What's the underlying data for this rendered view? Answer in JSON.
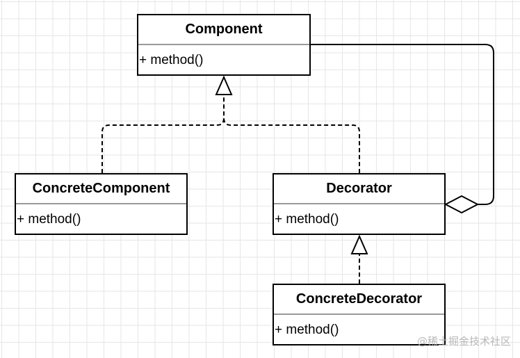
{
  "diagram": {
    "classes": {
      "component": {
        "name": "Component",
        "method": "+ method()"
      },
      "concrete_component": {
        "name": "ConcreteComponent",
        "method": "+ method()"
      },
      "decorator": {
        "name": "Decorator",
        "method": "+ method()"
      },
      "concrete_decorator": {
        "name": "ConcreteDecorator",
        "method": "+ method()"
      }
    },
    "relationships": [
      {
        "from": "ConcreteComponent",
        "to": "Component",
        "kind": "realization"
      },
      {
        "from": "Decorator",
        "to": "Component",
        "kind": "realization"
      },
      {
        "from": "ConcreteDecorator",
        "to": "Decorator",
        "kind": "realization"
      },
      {
        "from": "Component",
        "to": "Decorator",
        "kind": "aggregation"
      }
    ]
  },
  "watermark": "@稀土掘金技术社区"
}
